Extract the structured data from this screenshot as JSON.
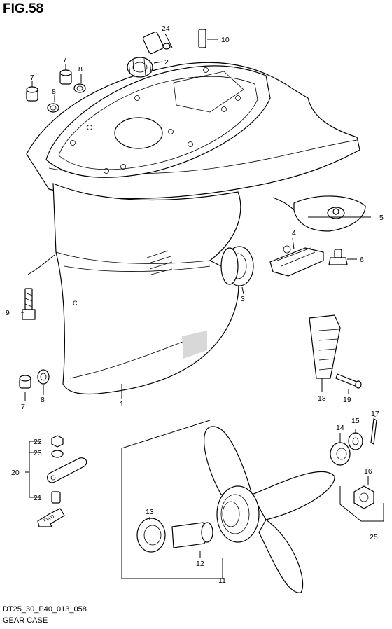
{
  "figure": {
    "title": "FIG.58"
  },
  "footer": {
    "code": "DT25_30_P40_013_058",
    "caption": "GEAR CASE"
  },
  "fwd_label": "FWD",
  "callouts": [
    {
      "id": "c24a",
      "label": "24"
    },
    {
      "id": "c10",
      "label": "10"
    },
    {
      "id": "c2",
      "label": "2"
    },
    {
      "id": "c7a",
      "label": "7"
    },
    {
      "id": "c7b",
      "label": "7"
    },
    {
      "id": "c8a",
      "label": "8"
    },
    {
      "id": "c8b",
      "label": "8"
    },
    {
      "id": "c5",
      "label": "5"
    },
    {
      "id": "c4",
      "label": "4"
    },
    {
      "id": "c6",
      "label": "6"
    },
    {
      "id": "c3",
      "label": "3"
    },
    {
      "id": "c9",
      "label": "9"
    },
    {
      "id": "c7c",
      "label": "7"
    },
    {
      "id": "c8c",
      "label": "8"
    },
    {
      "id": "c1",
      "label": "1"
    },
    {
      "id": "c18",
      "label": "18"
    },
    {
      "id": "c19",
      "label": "19"
    },
    {
      "id": "c17",
      "label": "17"
    },
    {
      "id": "c15",
      "label": "15"
    },
    {
      "id": "c14",
      "label": "14"
    },
    {
      "id": "c16",
      "label": "16"
    },
    {
      "id": "c25",
      "label": "25"
    },
    {
      "id": "c22",
      "label": "22"
    },
    {
      "id": "c23",
      "label": "23"
    },
    {
      "id": "c20",
      "label": "20"
    },
    {
      "id": "c21",
      "label": "21"
    },
    {
      "id": "c13",
      "label": "13"
    },
    {
      "id": "c12",
      "label": "12"
    },
    {
      "id": "c11",
      "label": "11"
    }
  ]
}
